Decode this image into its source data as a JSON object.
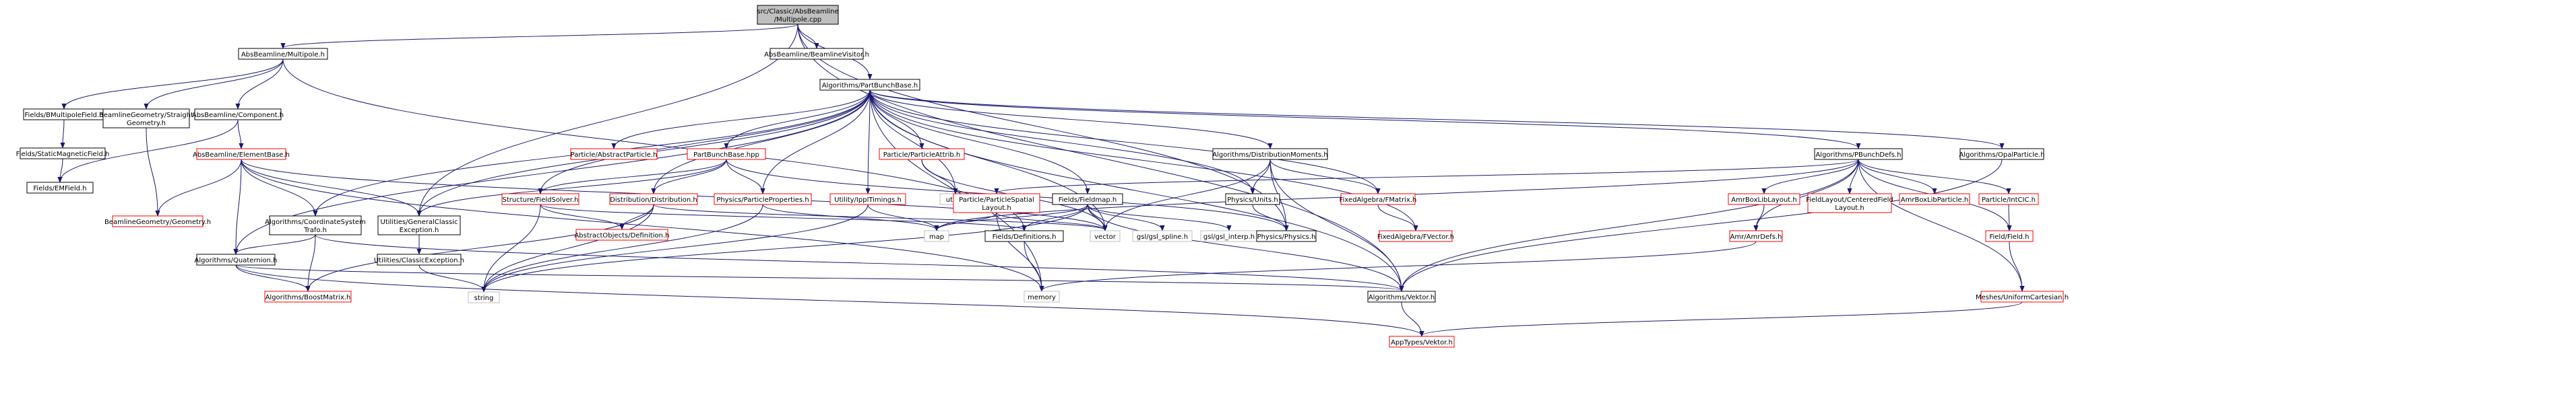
{
  "diagram": {
    "type": "include-dependency-graph",
    "nodes": [
      {
        "id": "root",
        "lines": [
          "src/Classic/AbsBeamline",
          "/Multipole.cpp"
        ],
        "style": "root"
      },
      {
        "id": "absmult",
        "lines": [
          "AbsBeamline/Multipole.h"
        ],
        "style": "normal"
      },
      {
        "id": "visitor",
        "lines": [
          "AbsBeamline/BeamlineVisitor.h"
        ],
        "style": "normal"
      },
      {
        "id": "pbb",
        "lines": [
          "Algorithms/PartBunchBase.h"
        ],
        "style": "normal"
      },
      {
        "id": "bmult",
        "lines": [
          "Fields/BMultipoleField.h"
        ],
        "style": "normal"
      },
      {
        "id": "straight",
        "lines": [
          "BeamlineGeometry/Straight",
          "Geometry.h"
        ],
        "style": "normal"
      },
      {
        "id": "component",
        "lines": [
          "AbsBeamline/Component.h"
        ],
        "style": "normal"
      },
      {
        "id": "elembase",
        "lines": [
          "AbsBeamline/ElementBase.h"
        ],
        "style": "red"
      },
      {
        "id": "staticmag",
        "lines": [
          "Fields/StaticMagneticField.h"
        ],
        "style": "normal"
      },
      {
        "id": "emfield",
        "lines": [
          "Fields/EMField.h"
        ],
        "style": "normal"
      },
      {
        "id": "geometry",
        "lines": [
          "BeamlineGeometry/Geometry.h"
        ],
        "style": "red"
      },
      {
        "id": "coordsys",
        "lines": [
          "Algorithms/CoordinateSystem",
          "Trafo.h"
        ],
        "style": "normal"
      },
      {
        "id": "genexc",
        "lines": [
          "Utilities/GeneralClassic",
          "Exception.h"
        ],
        "style": "normal"
      },
      {
        "id": "clsexc",
        "lines": [
          "Utilities/ClassicException.h"
        ],
        "style": "normal"
      },
      {
        "id": "quat",
        "lines": [
          "Algorithms/Quaternion.h"
        ],
        "style": "normal"
      },
      {
        "id": "boostm",
        "lines": [
          "Algorithms/BoostMatrix.h"
        ],
        "style": "red"
      },
      {
        "id": "string",
        "lines": [
          "string"
        ],
        "style": "plain"
      },
      {
        "id": "abspart",
        "lines": [
          "Particle/AbstractParticle.h"
        ],
        "style": "red"
      },
      {
        "id": "pbbhpp",
        "lines": [
          "PartBunchBase.hpp"
        ],
        "style": "red"
      },
      {
        "id": "fieldsolver",
        "lines": [
          "Structure/FieldSolver.h"
        ],
        "style": "red"
      },
      {
        "id": "absobj",
        "lines": [
          "AbstractObjects/Definition.h"
        ],
        "style": "red"
      },
      {
        "id": "distrib",
        "lines": [
          "Distribution/Distribution.h"
        ],
        "style": "red"
      },
      {
        "id": "partprops",
        "lines": [
          "Physics/ParticleProperties.h"
        ],
        "style": "red"
      },
      {
        "id": "ippl",
        "lines": [
          "Utility/IpplTimings.h"
        ],
        "style": "red"
      },
      {
        "id": "partattrib",
        "lines": [
          "Particle/ParticleAttrib.h"
        ],
        "style": "red"
      },
      {
        "id": "utility",
        "lines": [
          "utility"
        ],
        "style": "plain"
      },
      {
        "id": "partspatial",
        "lines": [
          "Particle/ParticleSpatial",
          "Layout.h"
        ],
        "style": "red"
      },
      {
        "id": "map",
        "lines": [
          "map"
        ],
        "style": "plain"
      },
      {
        "id": "fielddefs",
        "lines": [
          "Fields/Definitions.h"
        ],
        "style": "normal"
      },
      {
        "id": "memory",
        "lines": [
          "memory"
        ],
        "style": "plain"
      },
      {
        "id": "fieldmap",
        "lines": [
          "Fields/Fieldmap.h"
        ],
        "style": "normal"
      },
      {
        "id": "vector",
        "lines": [
          "vector"
        ],
        "style": "plain"
      },
      {
        "id": "gslspline",
        "lines": [
          "gsl/gsl_spline.h"
        ],
        "style": "plain"
      },
      {
        "id": "gslinterp",
        "lines": [
          "gsl/gsl_interp.h"
        ],
        "style": "plain"
      },
      {
        "id": "distmom",
        "lines": [
          "Algorithms/DistributionMoments.h"
        ],
        "style": "normal"
      },
      {
        "id": "units",
        "lines": [
          "Physics/Units.h"
        ],
        "style": "normal"
      },
      {
        "id": "physics",
        "lines": [
          "Physics/Physics.h"
        ],
        "style": "normal"
      },
      {
        "id": "fmatrix",
        "lines": [
          "FixedAlgebra/FMatrix.h"
        ],
        "style": "red"
      },
      {
        "id": "fvector",
        "lines": [
          "FixedAlgebra/FVector.h"
        ],
        "style": "red"
      },
      {
        "id": "vektor",
        "lines": [
          "Algorithms/Vektor.h"
        ],
        "style": "normal"
      },
      {
        "id": "apptypes",
        "lines": [
          "AppTypes/Vektor.h"
        ],
        "style": "red"
      },
      {
        "id": "pbunchdefs",
        "lines": [
          "Algorithms/PBunchDefs.h"
        ],
        "style": "normal"
      },
      {
        "id": "opal",
        "lines": [
          "Algorithms/OpalParticle.h"
        ],
        "style": "normal"
      },
      {
        "id": "amrboxlib",
        "lines": [
          "AmrBoxLibLayout.h"
        ],
        "style": "red"
      },
      {
        "id": "amrdefs",
        "lines": [
          "Amr/AmrDefs.h"
        ],
        "style": "red"
      },
      {
        "id": "centered",
        "lines": [
          "FieldLayout/CenteredField",
          "Layout.h"
        ],
        "style": "red"
      },
      {
        "id": "amrboxpart",
        "lines": [
          "AmrBoxLibParticle.h"
        ],
        "style": "red"
      },
      {
        "id": "intcic",
        "lines": [
          "Particle/IntCIC.h"
        ],
        "style": "red"
      },
      {
        "id": "field",
        "lines": [
          "Field/Field.h"
        ],
        "style": "red"
      },
      {
        "id": "meshes",
        "lines": [
          "Meshes/UniformCartesian.h"
        ],
        "style": "red"
      }
    ]
  }
}
